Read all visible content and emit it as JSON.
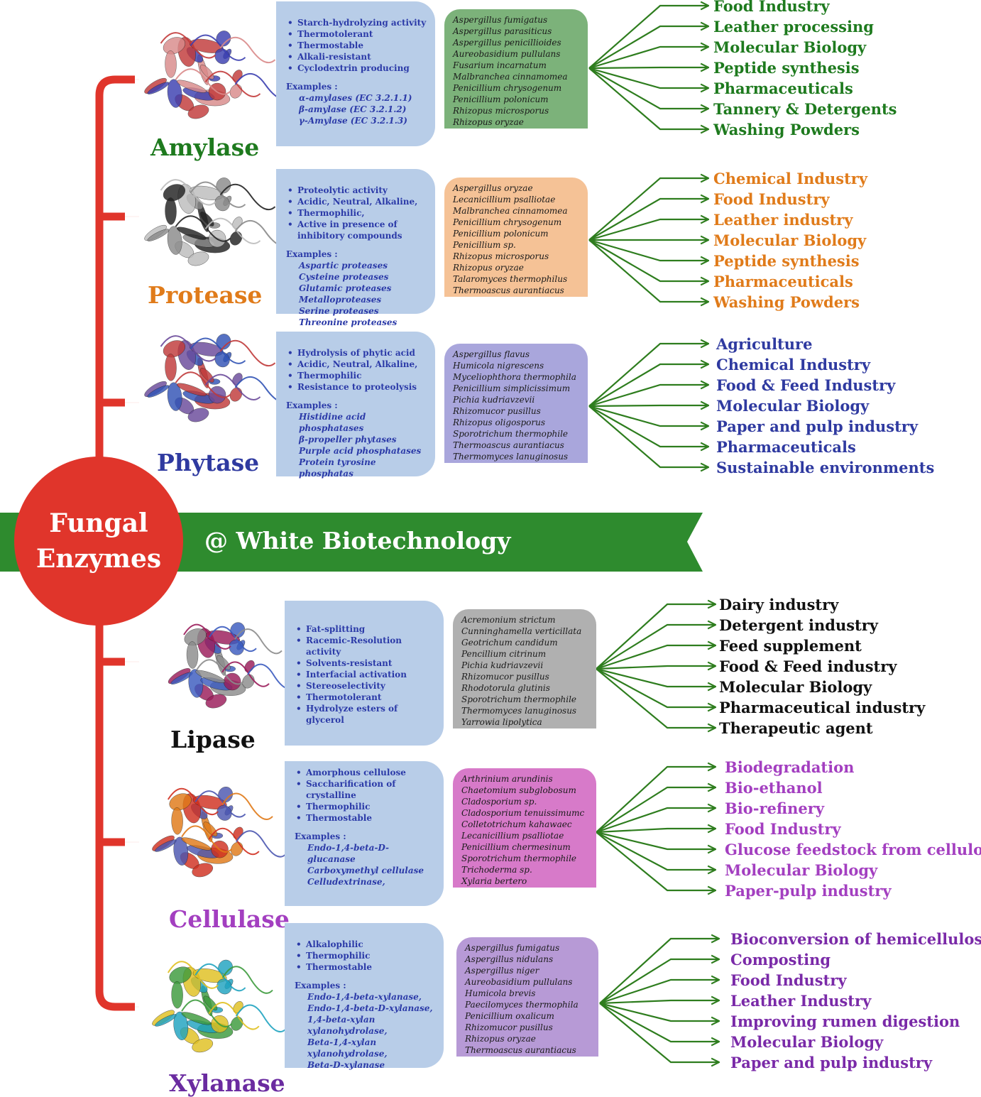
{
  "center": {
    "line1": "Fungal",
    "line2": "Enzymes"
  },
  "banner": "@ White Biotechnology",
  "colors": {
    "hub": "#e0352b",
    "banner": "#2e8b2e",
    "arrows": "#2e7d1e",
    "prop_box": "#b8cde8",
    "prop_text": "#2b3aa8"
  },
  "enzymes": [
    {
      "name": "Amylase",
      "name_color": "#1e7a1e",
      "properties": [
        "Starch-hydrolyzing activity",
        "Thermotolerant",
        "Thermostable",
        "Alkali-resistant",
        "Cyclodextrin producing"
      ],
      "examples_label": "Examples :",
      "examples": [
        "α-amylases (EC 3.2.1.1)",
        "β-amylase (EC 3.2.1.2)",
        "γ-Amylase (EC 3.2.1.3)"
      ],
      "organism_color": "#7cb27a",
      "organisms": [
        "Aspergillus fumigatus",
        "Aspergillus parasiticus",
        "Aspergillus penicillioides",
        "Aureobasidium pullulans",
        "Fusarium incarnatum",
        "Malbranchea cinnamomea",
        "Penicillium chrysogenum",
        "Penicillium polonicum",
        "Rhizopus microsporus",
        "Rhizopus oryzae"
      ],
      "app_color": "#1e7a1e",
      "applications": [
        "Food Industry",
        "Leather processing",
        "Molecular Biology",
        "Peptide synthesis",
        "Pharmaceuticals",
        "Tannery & Detergents",
        "Washing Powders"
      ]
    },
    {
      "name": "Protease",
      "name_color": "#e07b1a",
      "properties": [
        "Proteolytic activity",
        "Acidic, Neutral, Alkaline,",
        "Thermophilic,",
        "Active in presence of inhibitory compounds"
      ],
      "examples_label": "Examples :",
      "examples": [
        "Aspartic proteases",
        "Cysteine proteases",
        "Glutamic proteases",
        "Metalloproteases",
        "Serine proteases",
        "Threonine proteases"
      ],
      "organism_color": "#f5c296",
      "organisms": [
        "Aspergillus oryzae",
        "Lecanicillium psalliotae",
        "Malbranchea cinnamomea",
        "Penicillium chrysogenum",
        "Penicillium polonicum",
        "Penicillium sp.",
        "Rhizopus microsporus",
        "Rhizopus oryzae",
        "Talaromyces thermophilus",
        "Thermoascus aurantiacus"
      ],
      "app_color": "#e07b1a",
      "applications": [
        "Chemical Industry",
        "Food Industry",
        "Leather industry",
        "Molecular Biology",
        "Peptide synthesis",
        "Pharmaceuticals",
        "Washing Powders"
      ]
    },
    {
      "name": "Phytase",
      "name_color": "#2f3aa0",
      "properties": [
        "Hydrolysis of phytic acid",
        "Acidic, Neutral, Alkaline,",
        "Thermophilic",
        "Resistance to proteolysis"
      ],
      "examples_label": "Examples :",
      "examples": [
        "Histidine acid phosphatases",
        "β-propeller phytases",
        "Purple acid phosphatases",
        "Protein tyrosine phosphatas"
      ],
      "organism_color": "#a9a6dc",
      "organisms": [
        "Aspergillus flavus",
        "Humicola nigrescens",
        "Myceliophthora thermophila",
        "Penicillium simplicissimum",
        "Pichia kudriavzevii",
        "Rhizomucor pusillus",
        "Rhizopus oligosporus",
        "Sporotrichum thermophile",
        "Thermoascus aurantiacus",
        "Thermomyces lanuginosus"
      ],
      "app_color": "#2f3aa0",
      "applications": [
        "Agriculture",
        "Chemical Industry",
        "Food & Feed Industry",
        "Molecular Biology",
        "Paper and pulp industry",
        "Pharmaceuticals",
        "Sustainable environments"
      ]
    },
    {
      "name": "Lipase",
      "name_color": "#111111",
      "properties": [
        "Fat-splitting",
        "Racemic-Resolution activity",
        "Solvents-resistant",
        "Interfacial activation",
        "Stereoselectivity",
        "Thermotolerant",
        "Hydrolyze esters of glycerol"
      ],
      "examples_label": "",
      "examples": [],
      "organism_color": "#b0b0b0",
      "organisms": [
        "Acremonium strictum",
        "Cunninghamella verticillata",
        "Geotrichum candidum",
        "Pencillium citrinum",
        "Pichia kudriavzevii",
        "Rhizomucor pusillus",
        "Rhodotorula glutinis",
        "Sporotrichum thermophile",
        "Thermomyces lanuginosus",
        "Yarrowia lipolytica"
      ],
      "app_color": "#111111",
      "applications": [
        "Dairy industry",
        "Detergent industry",
        "Feed supplement",
        "Food & Feed industry",
        "Molecular Biology",
        "Pharmaceutical industry",
        "Therapeutic agent"
      ]
    },
    {
      "name": "Cellulase",
      "name_color": "#a33fc0",
      "properties": [
        "Amorphous cellulose",
        "Saccharification of crystalline",
        "Thermophilic",
        "Thermostable"
      ],
      "examples_label": "Examples :",
      "examples": [
        "Endo-1,4-beta-D-glucanase",
        "Carboxymethyl cellulase",
        "Celludextrinase,"
      ],
      "organism_color": "#d77ac9",
      "organisms": [
        "Arthrinium arundinis",
        "Chaetomium subglobosum",
        "Cladosporium sp.",
        "Cladosporium tenuissimumc",
        "Colletotrichum kahawaec",
        "Lecanicillium psalliotae",
        "Penicillium chermesinum",
        "Sporotrichum thermophile",
        "Trichoderma sp.",
        "Xylaria bertero"
      ],
      "app_color": "#a33fc0",
      "applications": [
        "Biodegradation",
        "Bio-ethanol",
        "Bio-refinery",
        "Food Industry",
        "Glucose feedstock from cellulose",
        "Molecular Biology",
        "Paper-pulp industry"
      ]
    },
    {
      "name": "Xylanase",
      "name_color": "#6a2ba0",
      "properties": [
        "Alkalophilic",
        "Thermophilic",
        "Thermostable"
      ],
      "examples_label": "Examples :",
      "examples": [
        "Endo-1,4-beta-xylanase,",
        "Endo-1,4-beta-D-xylanase,",
        "1,4-beta-xylan xylanohydrolase,",
        "Beta-1,4-xylan xylanohydrolase,",
        "Beta-D-xylanase"
      ],
      "organism_color": "#b79ad6",
      "organisms": [
        "Aspergillus fumigatus",
        "Aspergillus nidulans",
        "Aspergillus niger",
        "Aureobasidium pullulans",
        "Humicola brevis",
        "Paecilomyces thermophila",
        "Penicillium oxalicum",
        "Rhizomucor pusillus",
        "Rhizopus oryzae",
        "Thermoascus aurantiacus"
      ],
      "app_color": "#7a2aa8",
      "applications": [
        "Bioconversion of hemicellulose",
        "Composting",
        "Food Industry",
        "Leather Industry",
        "Improving rumen digestion",
        "Molecular Biology",
        "Paper and pulp industry"
      ]
    }
  ]
}
